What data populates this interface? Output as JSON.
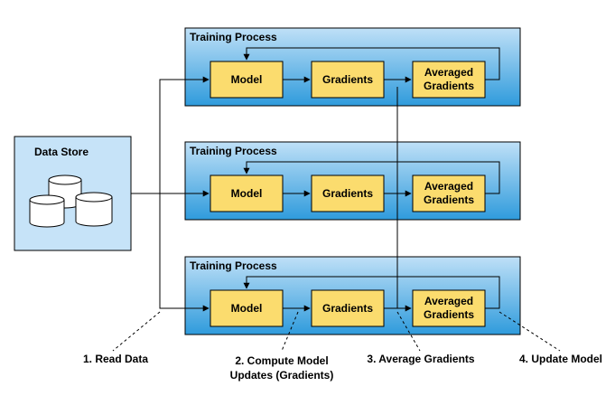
{
  "data_store": {
    "title": "Data Store",
    "icon": "database-icon"
  },
  "processes": [
    {
      "title": "Training Process",
      "model": "Model",
      "gradients": "Gradients",
      "averaged": [
        "Averaged",
        "Gradients"
      ]
    },
    {
      "title": "Training Process",
      "model": "Model",
      "gradients": "Gradients",
      "averaged": [
        "Averaged",
        "Gradients"
      ]
    },
    {
      "title": "Training Process",
      "model": "Model",
      "gradients": "Gradients",
      "averaged": [
        "Averaged",
        "Gradients"
      ]
    }
  ],
  "steps": {
    "read_data": "1. Read Data",
    "compute": [
      "2. Compute Model",
      "Updates (Gradients)"
    ],
    "average": "3. Average Gradients",
    "update": "4. Update Model"
  },
  "colors": {
    "process_fill_top": "#bfe0f7",
    "process_fill_bottom": "#2f9bdc",
    "node_fill": "#fbdc6e",
    "store_fill": "#c6e3f8",
    "stroke": "#000000"
  }
}
